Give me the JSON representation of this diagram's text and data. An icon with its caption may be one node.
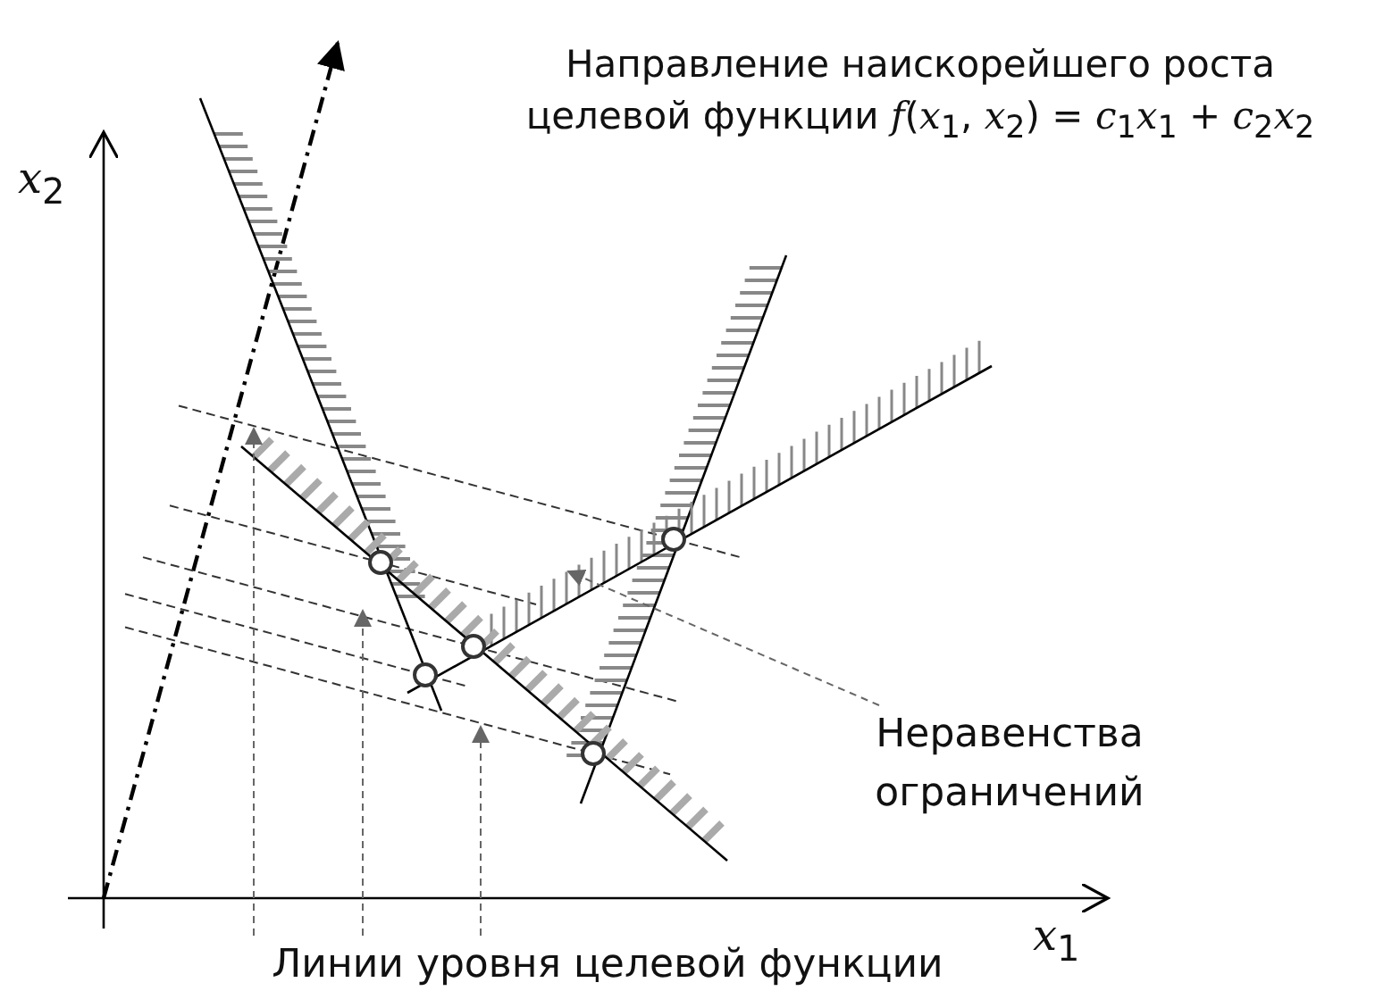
{
  "diagram": {
    "nodes": [
      {
        "text": [
          "Неравенства ограничений"
        ]
      },
      {
        "text": [
          "Линии уровня целевой функции"
        ]
      }
    ],
    "edges": [
      {
        "from": 0,
        "to": null,
        "arrow": "to",
        "style": "dashed"
      },
      {
        "from": 1,
        "to": null,
        "arrow": "to",
        "style": "dashed"
      },
      {
        "from": 1,
        "to": null,
        "arrow": "to",
        "style": "dashed"
      },
      {
        "from": 1,
        "to": null,
        "arrow": "to",
        "style": "dashed"
      }
    ],
    "labels": [
      "Направление наискорейшего роста целевой функции *f*(*x*$_{1}$, *x*$_{2}$) = *c*$_{1}$*x*$_{1}$ + *c*$_{2}$*x*$_{2}$",
      "*x*$_{2}$",
      "*x*$_{1}$"
    ]
  }
}
